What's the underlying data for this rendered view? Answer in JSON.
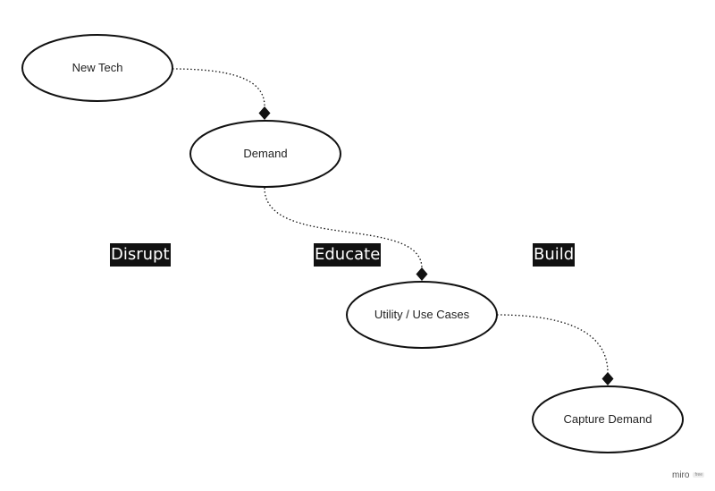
{
  "nodes": {
    "new_tech": "New Tech",
    "demand": "Demand",
    "utility": "Utility / Use Cases",
    "capture": "Capture Demand"
  },
  "phases": {
    "disrupt": "Disrupt",
    "educate": "Educate",
    "build": "Build"
  },
  "watermark": {
    "brand": "miro",
    "badge": "free"
  },
  "colors": {
    "stroke": "#111111",
    "phase_bg": "#111111",
    "phase_text": "#ffffff"
  }
}
